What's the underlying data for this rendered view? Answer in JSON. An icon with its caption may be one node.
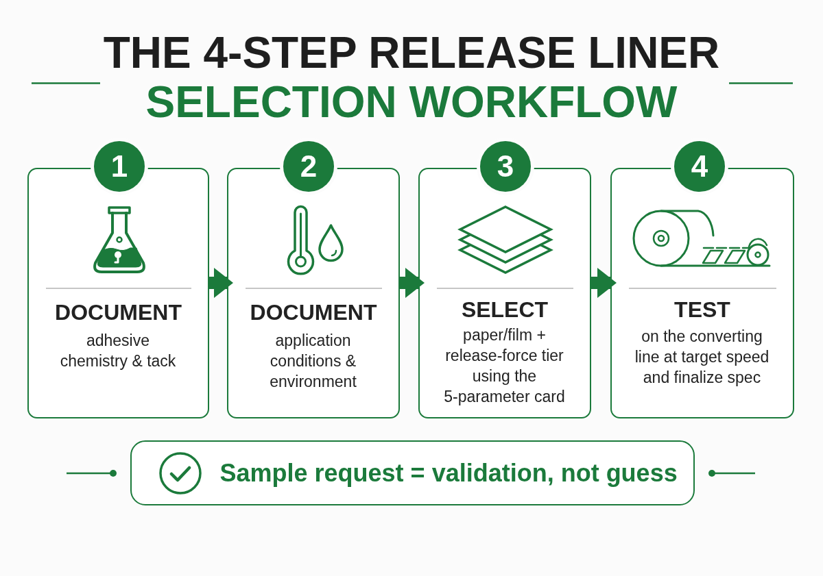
{
  "diagram": {
    "title": "THE 4-STEP RELEASE LINER SELECTION WORKFLOW",
    "nodes": [
      {
        "text": [
          "1"
        ]
      },
      {
        "text": [
          "DOCUMENT",
          "adhesive chemistry & tack"
        ]
      },
      {
        "text": [
          "2"
        ]
      },
      {
        "text": [
          "DOCUMENT",
          "application conditions & environment"
        ]
      },
      {
        "text": [
          "3"
        ]
      },
      {
        "text": [
          "SELECT",
          "paper/film + release-force tier using the 5-parameter card"
        ]
      },
      {
        "text": [
          "4"
        ]
      },
      {
        "text": [
          "TEST",
          "on the converting line at target speed and finalize spec"
        ]
      },
      {
        "text": [
          "Sample request = validation, not guess"
        ]
      }
    ],
    "edges": [
      {
        "from": 1,
        "to": 3,
        "arrow": "to"
      },
      {
        "from": 3,
        "to": 5,
        "arrow": "to"
      },
      {
        "from": 5,
        "to": 7,
        "arrow": "to"
      }
    ]
  }
}
